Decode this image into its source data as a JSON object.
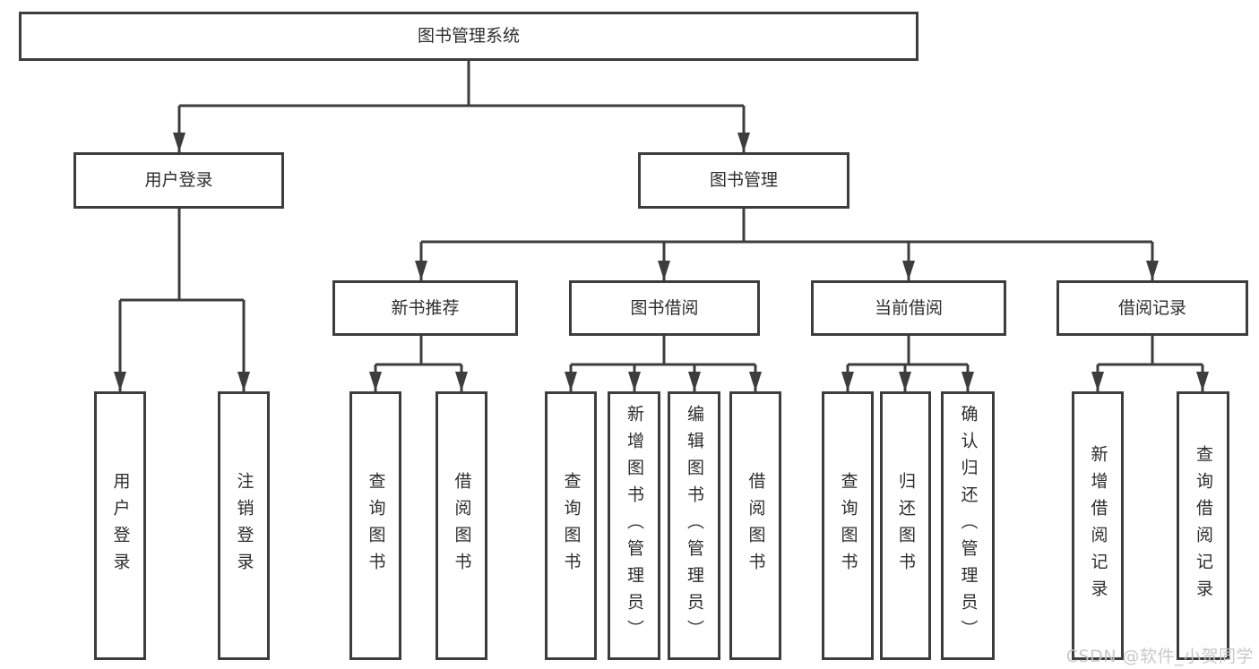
{
  "tree": {
    "root": {
      "label": "图书管理系统"
    },
    "level2": [
      {
        "label": "用户登录",
        "children": [
          {
            "label": "用户登录"
          },
          {
            "label": "注销登录"
          }
        ]
      },
      {
        "label": "图书管理",
        "children": [
          {
            "label": "新书推荐",
            "children": [
              {
                "label": "查询图书"
              },
              {
                "label": "借阅图书"
              }
            ]
          },
          {
            "label": "图书借阅",
            "children": [
              {
                "label": "查询图书"
              },
              {
                "label": "新增图书（管理员）"
              },
              {
                "label": "编辑图书（管理员）"
              },
              {
                "label": "借阅图书"
              }
            ]
          },
          {
            "label": "当前借阅",
            "children": [
              {
                "label": "查询图书"
              },
              {
                "label": "归还图书"
              },
              {
                "label": "确认归还（管理员）"
              }
            ]
          },
          {
            "label": "借阅记录",
            "children": [
              {
                "label": "新增借阅记录"
              },
              {
                "label": "查询借阅记录"
              }
            ]
          }
        ]
      }
    ]
  },
  "watermark": "CSDN @软件_小贺同学",
  "colors": {
    "line": "#3d3d3d",
    "text": "#2d2d2d",
    "watermark": "#c6c6c6",
    "bg": "#ffffff"
  }
}
